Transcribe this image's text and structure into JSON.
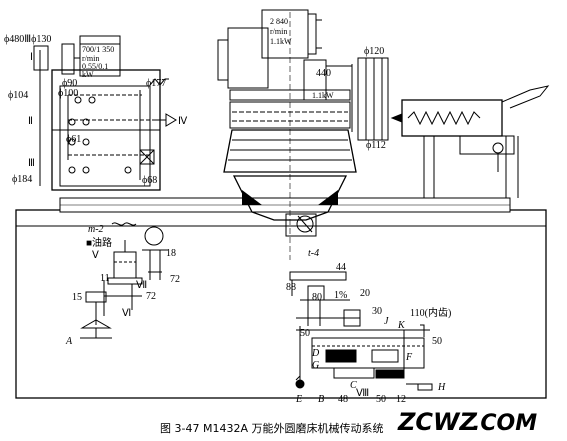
{
  "caption": "图 3-47   M1432A 万能外圆磨床机械传动系统",
  "watermark": {
    "left": "ZCWZ",
    "right": ".COM",
    "color_left": "#2a5da8",
    "color_right": "#8a8a8a"
  },
  "wheelhead_motor": {
    "power": "440",
    "unit": "1.1kW"
  },
  "top_motor": {
    "speed": "2 840",
    "speed_unit": "r/min",
    "power": "1.1kW"
  },
  "headstock_motor": {
    "speed": "700/1 350",
    "speed_unit": "r/min",
    "power": "0.55/0.1",
    "power_unit": "kW"
  },
  "labels": {
    "d480_130": "ϕ480Ⅲϕ130",
    "d90": "ϕ90",
    "d100": "ϕ100",
    "d104": "ϕ104",
    "d177": "ϕ177",
    "d61": "ϕ61",
    "d184": "ϕ184",
    "d68": "ϕ68",
    "d120": "ϕ120",
    "d112": "ϕ112",
    "shaft_I": "Ⅰ",
    "shaft_II": "Ⅱ",
    "shaft_III": "Ⅲ",
    "shaft_IV": "Ⅳ",
    "shaft_V": "Ⅴ",
    "shaft_VI": "Ⅵ",
    "shaft_VII": "Ⅶ",
    "shaft_VIII": "Ⅷ",
    "m2": "m-2",
    "oil": "■油路",
    "g11": "11",
    "g18": "18",
    "g72a": "72",
    "g72b": "72",
    "g15": "15",
    "A": "A",
    "t4": "t-4",
    "g44": "44",
    "g88": "88",
    "g80": "80",
    "g1pct": "1%",
    "g20": "20",
    "g30": "30",
    "g110": "110(内齿)",
    "J": "J",
    "K": "K",
    "g50a": "50",
    "g50b": "50",
    "D": "D",
    "G": "G",
    "C": "C",
    "F": "F",
    "E": "E",
    "B": "B",
    "g48": "48",
    "g50c": "50",
    "g12": "12",
    "H": "H"
  }
}
